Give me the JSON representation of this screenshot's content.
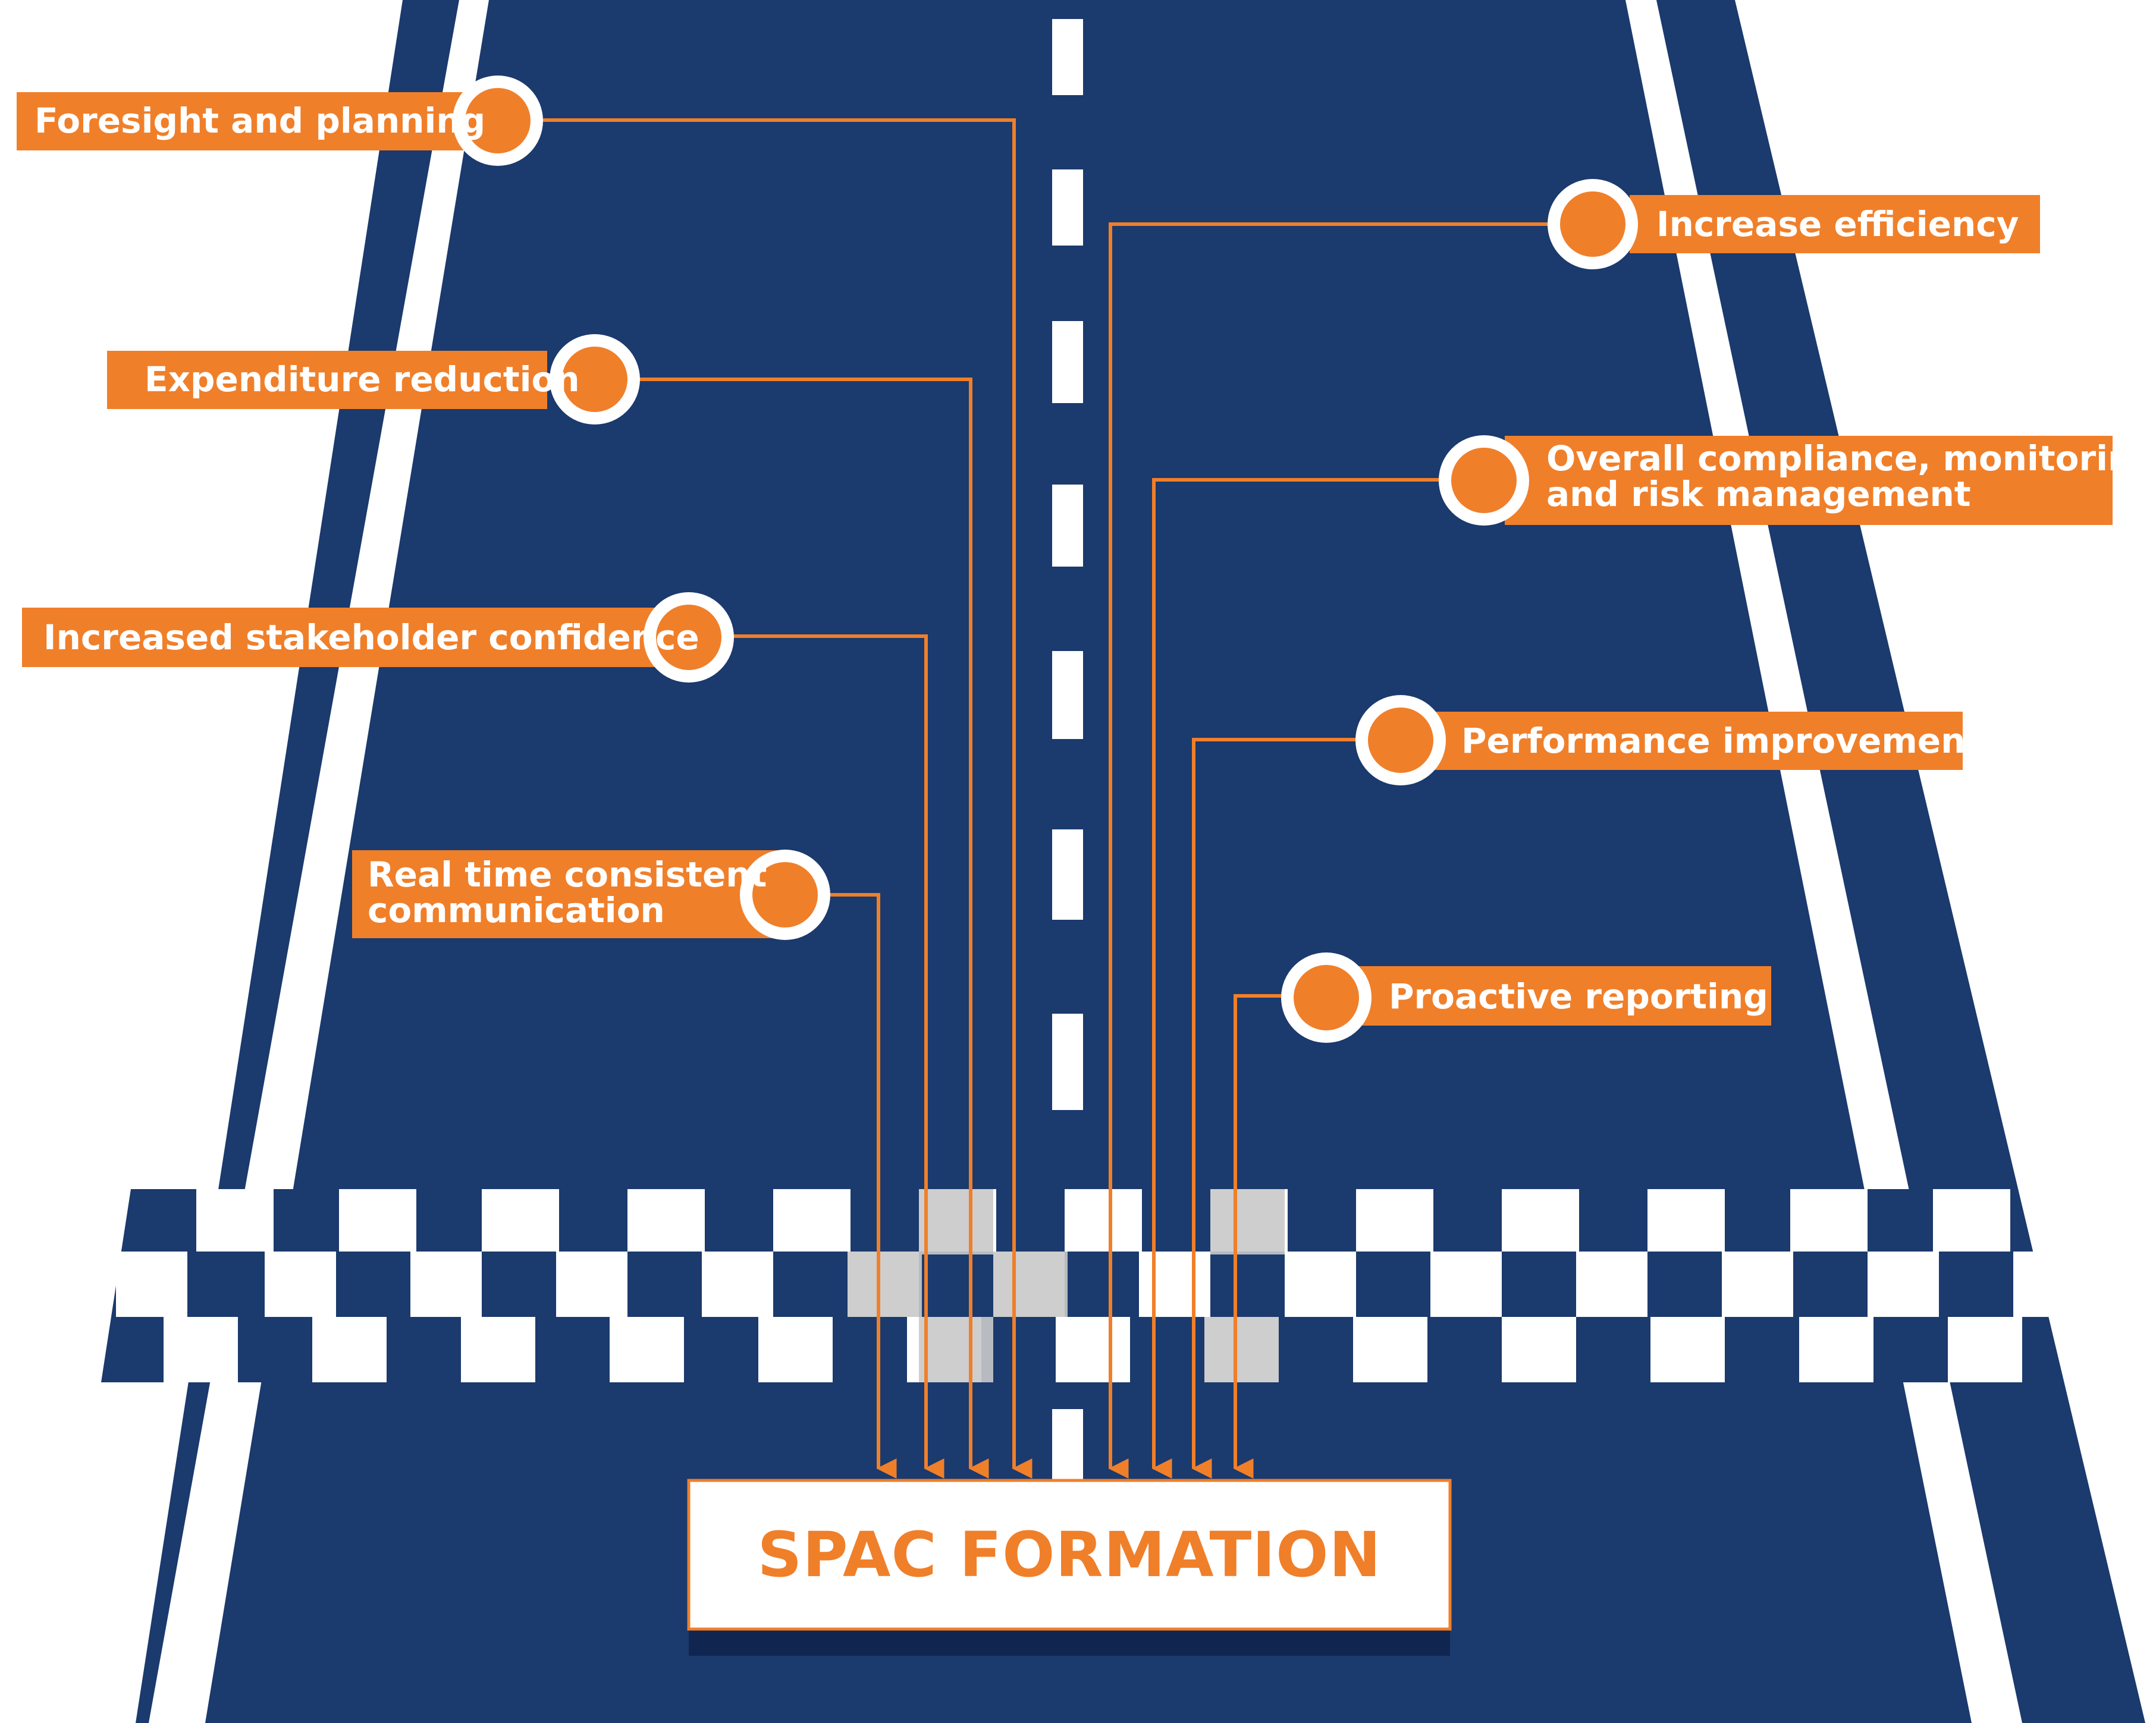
{
  "colors": {
    "road": "#1b3a6d",
    "road_shadow": "#142c57",
    "marking": "#ffffff",
    "accent": "#f07f2a",
    "arrow": "#f07f2a"
  },
  "items_left": [
    {
      "id": "foresight",
      "label": "Foresight and planning"
    },
    {
      "id": "expenditure",
      "label": "Expenditure reduction"
    },
    {
      "id": "stakeholder",
      "label": "Increased stakeholder confidence"
    },
    {
      "id": "communication",
      "label": "Real time consistent communication"
    }
  ],
  "items_right": [
    {
      "id": "efficiency",
      "label": "Increase efficiency"
    },
    {
      "id": "compliance",
      "label": "Overall compliance, monitoring and risk management"
    },
    {
      "id": "performance",
      "label": "Performance improvement"
    },
    {
      "id": "reporting",
      "label": "Proactive reporting"
    }
  ],
  "labels": {
    "foresight": "Foresight and planning",
    "expenditure": "Expenditure reduction",
    "stakeholder": "Increased stakeholder confidence",
    "communication_1": "Real time consistent",
    "communication_2": "communication",
    "efficiency": "Increase efficiency",
    "compliance_1": "Overall compliance, monitoring",
    "compliance_2": "and risk management",
    "performance": "Performance improvement",
    "reporting": "Proactive reporting"
  },
  "destination": {
    "label": "SPAC FORMATION"
  }
}
